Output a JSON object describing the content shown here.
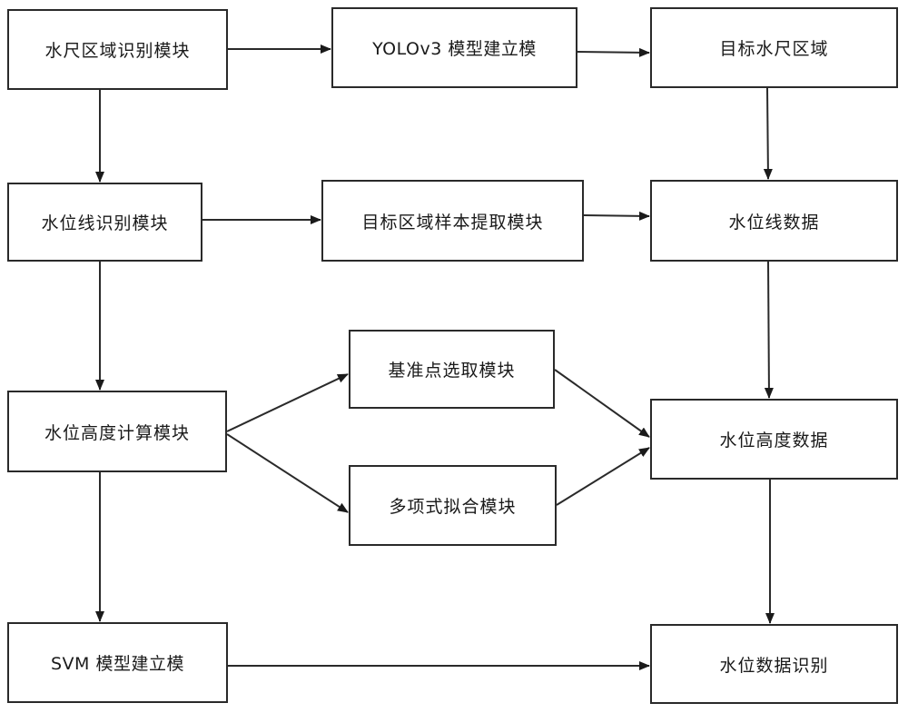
{
  "diagram": {
    "type": "flowchart",
    "nodes": [
      {
        "id": "n1",
        "label": "水尺区域识别模块"
      },
      {
        "id": "n2",
        "label": "YOLOv3 模型建立模"
      },
      {
        "id": "n3",
        "label": "目标水尺区域"
      },
      {
        "id": "n4",
        "label": "水位线识别模块"
      },
      {
        "id": "n5",
        "label": "目标区域样本提取模块"
      },
      {
        "id": "n6",
        "label": "水位线数据"
      },
      {
        "id": "n7",
        "label": "水位高度计算模块"
      },
      {
        "id": "n8",
        "label": "基准点选取模块"
      },
      {
        "id": "n9",
        "label": "多项式拟合模块"
      },
      {
        "id": "n10",
        "label": "水位高度数据"
      },
      {
        "id": "n11",
        "label": "SVM 模型建立模"
      },
      {
        "id": "n12",
        "label": "水位数据识别"
      }
    ],
    "edges": [
      {
        "from": "n1",
        "to": "n2"
      },
      {
        "from": "n2",
        "to": "n3"
      },
      {
        "from": "n1",
        "to": "n4"
      },
      {
        "from": "n3",
        "to": "n6"
      },
      {
        "from": "n4",
        "to": "n5"
      },
      {
        "from": "n5",
        "to": "n6"
      },
      {
        "from": "n4",
        "to": "n7"
      },
      {
        "from": "n6",
        "to": "n10"
      },
      {
        "from": "n7",
        "to": "n8"
      },
      {
        "from": "n7",
        "to": "n9"
      },
      {
        "from": "n8",
        "to": "n10"
      },
      {
        "from": "n9",
        "to": "n10"
      },
      {
        "from": "n7",
        "to": "n11"
      },
      {
        "from": "n10",
        "to": "n12"
      },
      {
        "from": "n11",
        "to": "n12"
      }
    ],
    "colors": {
      "stroke": "#2a2a2a",
      "text": "#1a1a1a",
      "background": "#ffffff"
    }
  }
}
